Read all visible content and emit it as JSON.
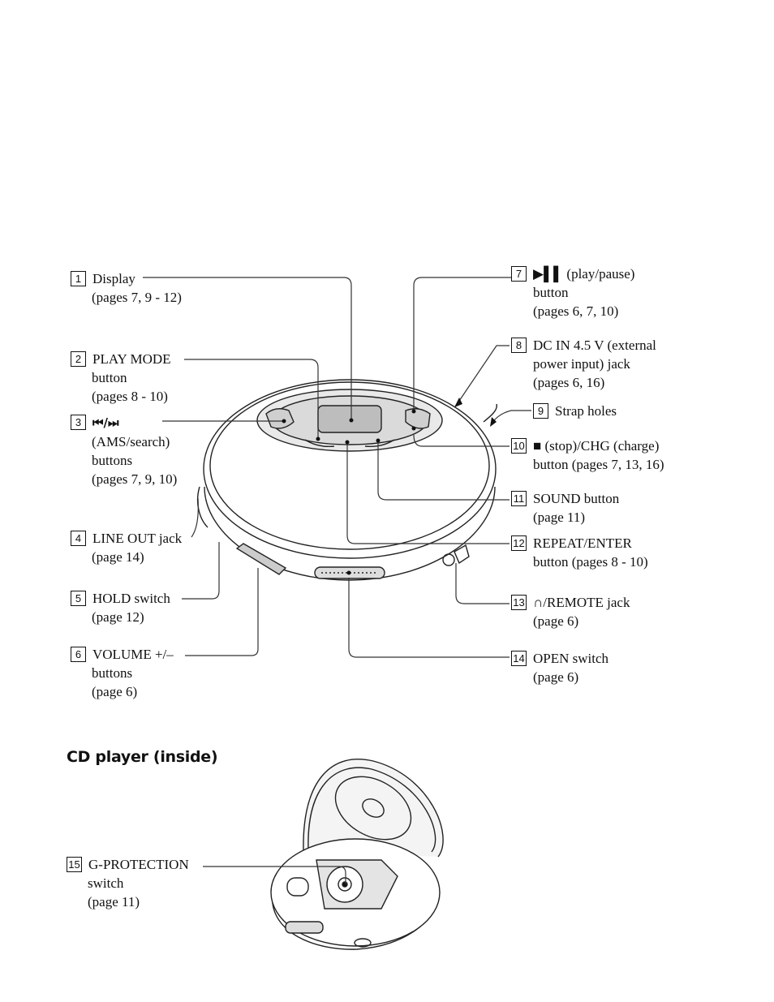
{
  "callouts_left": [
    {
      "num": "1",
      "lines": [
        "Display",
        "(pages 7, 9 - 12)"
      ]
    },
    {
      "num": "2",
      "lines": [
        "PLAY MODE",
        "button",
        "(pages 8 - 10)"
      ]
    },
    {
      "num": "3",
      "lines": [
        "⏮/⏭",
        "(AMS/search)",
        "buttons",
        "(pages 7, 9, 10)"
      ]
    },
    {
      "num": "4",
      "lines": [
        "LINE OUT jack",
        "(page 14)"
      ]
    },
    {
      "num": "5",
      "lines": [
        "HOLD switch",
        "(page 12)"
      ]
    },
    {
      "num": "6",
      "lines": [
        "VOLUME +/–",
        "buttons",
        "(page 6)"
      ]
    }
  ],
  "callouts_right": [
    {
      "num": "7",
      "lines": [
        "▶▌▌ (play/pause)",
        "button",
        "(pages 6, 7, 10)"
      ]
    },
    {
      "num": "8",
      "lines": [
        "DC IN 4.5 V (external",
        "power input) jack",
        "(pages 6, 16)"
      ]
    },
    {
      "num": "9",
      "lines": [
        "Strap holes"
      ]
    },
    {
      "num": "10",
      "lines": [
        "■ (stop)/CHG (charge)",
        "button (pages 7, 13, 16)"
      ]
    },
    {
      "num": "11",
      "lines": [
        "SOUND button",
        "(page 11)"
      ]
    },
    {
      "num": "12",
      "lines": [
        "REPEAT/ENTER",
        "button (pages 8 - 10)"
      ]
    },
    {
      "num": "13",
      "lines": [
        "∩/REMOTE jack",
        "(page 6)"
      ]
    },
    {
      "num": "14",
      "lines": [
        "OPEN switch",
        "(page 6)"
      ]
    }
  ],
  "section_heading": "CD player (inside)",
  "callout_inside": {
    "num": "15",
    "lines": [
      "G-PROTECTION",
      "switch",
      "(page 11)"
    ]
  }
}
